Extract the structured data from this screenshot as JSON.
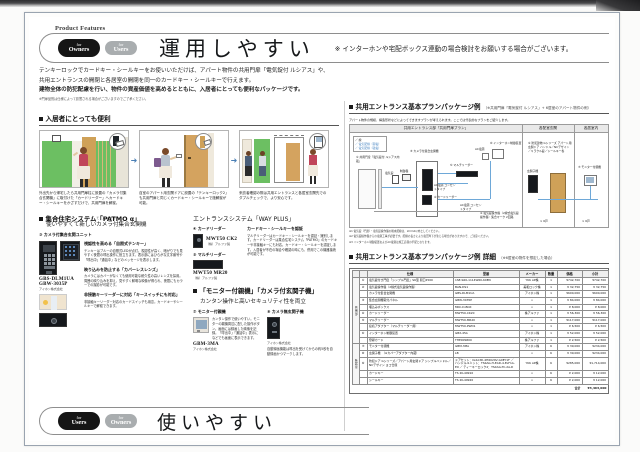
{
  "header": {
    "eyebrow": "Product Features",
    "pill_primary": {
      "for": "for",
      "role": "Owners"
    },
    "pill_secondary": {
      "for": "for",
      "role": "Users"
    },
    "title": "運用しやすい",
    "note": "※ インターホンや宅配ボックス連動の場合検討をお願いする場合がございます。"
  },
  "lede": {
    "line1": "テンキーロックでカードキー・シールキーをお使いいただけば、アパート物件の共用門扉「電気錠付 ルシアス」や、",
    "line2": "共用エントランスの開閉と各居室の開閉を同一のカードキー・シールキーで行えます。",
    "line3": "建物全体の防犯配慮を行い、物件の資産価値を高めるとともに、入居者にとっても便利なパッケージです。",
    "disclaimer": "※門扉品別は仕様によって影響される場合がございますのでご了承ください。"
  },
  "left": {
    "section1_title": "入居者にとっても便利",
    "steps": [
      {
        "id": "step-gate",
        "caption": "外出先から帰宅したら共用門扉柱に設置の「カメラ付集合玄関機」に取付けた「カードリーダー」へカードキー・シールキーをかざすだけで、共用門扉を解錠。"
      },
      {
        "id": "step-entrance",
        "caption": "自室のアパート用玄関ドアに設置の「テンキーロック2」も共用門扉と同じくカードキー・シールキーで施解錠が可能。"
      },
      {
        "id": "step-room",
        "caption": "来訪者確認の際は共用エントランスと各居室玄関先でのダブルチェックで、より安心です。"
      }
    ],
    "section2_title_sq": "集合住宅システム「PATMO α」",
    "section2_ruby": "パ ト モ アルファ",
    "section2_sub": "使いやすくて新しいカメラ付集合玄関機",
    "item3_label": "③ カメラ付集合玄関ユニット",
    "item3_model": "GBS-DLM1UA",
    "item3_model2": "GBW-3035P",
    "item3_model_note": "アイホン株式会社",
    "features": [
      {
        "head": "視認性を高める「自照式テンキー」",
        "body": "テンキーはブルーの自照式LEDが点灯。視認性が高く、暗がりでも見やすく夜間の呼出操作に役立ちます。表示部にはひらがな文字番号や「呼出中」「通話中」などのメッセージを表示します。"
      },
      {
        "head": "映り込みを防止する「カバーレスレンズ」",
        "body": "カメラにはカバーがなくても使用可能な耐久性の高いレンズを採用。周囲の映り込みを抑え、見やすく鮮明な映像が得られ、夜間にもカラーでの撮影が可能です。"
      },
      {
        "head": "非接触キーリーダーに対応「キースイッチにも対応」",
        "body": "非接触キーリーダー対応のカードスイッチも用意。カードキーやシールキーで解錠できます。"
      }
    ],
    "section3_title": "エントランスシステム「WAY PLUS」",
    "way_items": [
      {
        "no": "④ カードリーダー",
        "model": "MWT50 CK2",
        "note": "（株）アルファ製"
      },
      {
        "no": "⑤ マルチリーダー",
        "model": "MWT50 MR20",
        "note": "（株）アルファ製"
      }
    ],
    "way_feature": {
      "head": "カードキー・シールキーを認証",
      "body": "マルチリーダーはカードキー・シールキーを認証・識別します。カードリーダーは集合住宅システム「PATMO」のカードキーや非接触キーにも対応。カードキー・シールキーを認証します。入居者が不在の場合や確認の時にも、併用でこの機器接続が可能です。"
    },
    "section4_title": "「モニター付親機」「カメラ付玄関子機」",
    "section4_sub": "カンタン操作と高いセキュリティ性を両立",
    "monitor_items": [
      {
        "no": "⑦ モニター付親機",
        "model": "GBM-3MA",
        "note": "アイホン株式会社",
        "body": "カンタン操作で使いやすい。モニターの親機周辺に配した操作ボタン。画面には録画した映像を記録。「呼出中」「通話中」表示になどでも画面に表示できます。"
      },
      {
        "no": "⑧ カメラ無玄関子機",
        "model": "GBM-DNA",
        "note": "アイホン株式会社",
        "body": "自動録画機能は呼出を受けてからの約5秒を自動録画かつマークします。"
      }
    ]
  },
  "right": {
    "plan_title": "共用エントランス基本プランパッケージ例",
    "plan_title_note": "（※共用門扉「電気錠付 ルシアス」+ 6居室のアパート物件の例）",
    "plan_intro": "アパート物件の規模、構造形状などによってできますプランが考えられます。ここでは代表的なプランをご紹介します。",
    "diagram": {
      "band_main": "共用エントランス部「共用門扉プラン」",
      "band_rooms": "各配室玄関",
      "band_inside": "各居室内",
      "legend": [
        "／ 線",
        "／ 電気配線（弱電）",
        "／ 電気配線（強電）"
      ],
      "labels": [
        "① 共用門扉「電気錠付 ルシアス内蔵」",
        "電気錠",
        "制御盤",
        "③ カメラ付集合玄関機",
        "AC電源",
        "④ カードリーダー",
        "⑤ マルチリーダー",
        "AC電源 コンセントタイプ",
        "AC電源 コンセントタイプ",
        "⑥ インターホン制御装置",
        "② 電気錠操作盤（2線式電気錠操作盤）集合マーク 2回路",
        "⑨ 防犯建物 Gシリーズ アパート用玄関ドア ハンドル／NCデザイン／ミラクル錠／シールキー各",
        "⑦ モニター付親機",
        "⑧ カメラ付玄関子機",
        "玄関子機"
      ],
      "room_count_1": "× 6戸",
      "room_count_2": "× 6戸",
      "footnotes": [
        "※1 電気錠（門扉）・電気錠操作盤の端末配線は、2mm2以内としてください。",
        "※2 電気錠操作盤からの電源工事が必要です。配線の長さにより電圧降下が生じる場合がありますので、ご注意ください。",
        "※3 インターホン制御装置およびAC電源は施工店様の手配となります。"
      ]
    },
    "table_title": "共用エントランス基本プランパッケージ例 詳細",
    "table_title_note": "（※6居室の物件を想定した場合）",
    "table": {
      "columns": [
        "",
        "",
        "仕様",
        "型番",
        "メーカー",
        "数量",
        "価格",
        "小計"
      ],
      "groups": [
        {
          "label": "共用部",
          "rowspan": 10
        },
        {
          "label": "各居室",
          "rowspan": 5
        }
      ],
      "rows": [
        {
          "no": "①",
          "spec": "電気錠付き門扉「シンプル門扉」S6型 間口2500",
          "model": "1SE-S60-1114W60-60EN",
          "maker": "YKK AP株",
          "qty": "1",
          "price": "¥742,700",
          "subtotal": "¥742,700"
        },
        {
          "no": "②",
          "spec": "電気錠操作盤（2線式電気錠操作盤）",
          "model": "BAN-DS1",
          "maker": "美和ロック株",
          "qty": "1",
          "price": "¥ 32,750",
          "subtotal": "¥ 32,750"
        },
        {
          "no": "",
          "spec": "カメラ付集合玄関機",
          "model": "GBS-DLM1UA",
          "maker": "アイホン株",
          "qty": "1",
          "price": "¥600,000",
          "subtotal": "¥600,000"
        },
        {
          "no": "③",
          "spec": "集合玄関機取付パネル",
          "model": "GBW-3035P",
          "maker": "〃",
          "qty": "1",
          "price": "¥ 84,000",
          "subtotal": "¥ 84,000"
        },
        {
          "no": "",
          "spec": "埋込みボックス",
          "model": "MKC-D-BOX",
          "maker": "〃",
          "qty": "1",
          "price": "¥  8,000",
          "subtotal": "¥  8,000"
        },
        {
          "no": "④",
          "spec": "カードリーダー",
          "model": "MWT50-CK20",
          "maker": "株アルファ",
          "qty": "1",
          "price": "¥ 56,300",
          "subtotal": "¥ 56,300"
        },
        {
          "no": "⑤",
          "spec": "マルチリーダー",
          "model": "MWT50-MR20",
          "maker": "〃",
          "qty": "1",
          "price": "¥117,000",
          "subtotal": "¥117,000"
        },
        {
          "no": "",
          "spec": "接続アダプター（マルチリーダー用）",
          "model": "MWT50-PWD1",
          "maker": "〃",
          "qty": "1",
          "price": "¥  6,500",
          "subtotal": "¥  6,500"
        },
        {
          "no": "⑥",
          "spec": "インターホン制御装置",
          "model": "GBX-45A",
          "maker": "アイホン株",
          "qty": "1",
          "price": "¥ 52,000",
          "subtotal": "¥ 52,000"
        },
        {
          "no": "",
          "spec": "登録カード",
          "model": "THE00S800",
          "maker": "株アルファ",
          "qty": "1",
          "price": "¥  2,500",
          "subtotal": "¥  2,500"
        },
        {
          "no": "⑦",
          "spec": "モニター付親機",
          "model": "GBM-3MA",
          "maker": "アイホン株",
          "qty": "6",
          "price": "¥ 39,000",
          "subtotal": "¥234,000"
        },
        {
          "no": "⑧",
          "spec": "玄関子機　（※カバーアダプター内蔵）",
          "model": "LB",
          "maker": "〃",
          "qty": "6",
          "price": "¥ 39,000",
          "subtotal": "¥234,000"
        },
        {
          "no": "⑨",
          "spec": "防犯ドア Gシリーズ／アパート用玄関ドア シンプルハンドル／NCデザイン ヨコ仕様",
          "model": "ドアセット：IG2A3D-4H6020V-G0EY1F ／ ハンドルユニット：TSKAG-H-EAD-4-ELF1A-E9 ／ ティーキーロック2：TSXAG-TC-2A-D",
          "maker": "YKK AP株",
          "qty": "6",
          "price": "¥285,000",
          "subtotal": "¥1,714,000"
        },
        {
          "no": "",
          "spec": "カードキー",
          "model": "TS 2K-49910",
          "maker": "〃",
          "qty": "6",
          "price": "¥  2,000",
          "subtotal": "¥ 12,000"
        },
        {
          "no": "",
          "spec": "シールキー",
          "model": "TS 2K-49920",
          "maker": "〃",
          "qty": "6",
          "price": "¥  2,000",
          "subtotal": "¥ 12,000"
        }
      ],
      "total_label": "合計",
      "total_value": "¥3,463,000"
    }
  },
  "footer": {
    "pill_primary": {
      "for": "for",
      "role": "Users"
    },
    "pill_secondary": {
      "for": "for",
      "role": "Owners"
    },
    "title": "使いやすい"
  }
}
